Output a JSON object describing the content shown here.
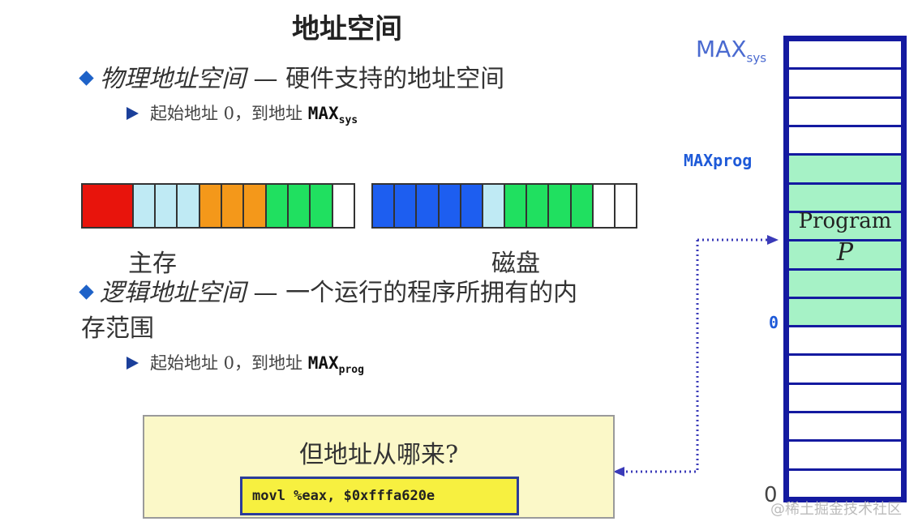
{
  "title": "地址空间",
  "physical": {
    "term": "物理地址空间",
    "dash": " — ",
    "desc": "硬件支持的地址空间",
    "sub_text": "起始地址 0，到地址 ",
    "max_main": "MAX",
    "max_sub": "sys"
  },
  "bars": {
    "main_memory": {
      "label": "主存",
      "cells": [
        "#e8140c",
        "#bfeaf4",
        "#bfeaf4",
        "#bfeaf4",
        "#f4981a",
        "#f4981a",
        "#f4981a",
        "#20e060",
        "#20e060",
        "#20e060",
        "#ffffff"
      ]
    },
    "disk": {
      "label": "磁盘",
      "cells": [
        "#1d5ef0",
        "#1d5ef0",
        "#1d5ef0",
        "#1d5ef0",
        "#1d5ef0",
        "#bfeaf4",
        "#20e060",
        "#20e060",
        "#20e060",
        "#20e060",
        "#ffffff",
        "#ffffff"
      ]
    }
  },
  "logical": {
    "term": "逻辑地址空间",
    "dash": " — ",
    "desc_line1": "一个运行的程序所拥有的内",
    "desc_line2": "存范围",
    "sub_text": "起始地址 0，到地址 ",
    "max_main": "MAX",
    "max_sub": "prog"
  },
  "stack": {
    "label_top": "MAX",
    "label_top_sub": "sys",
    "label_prog": "MAXprog",
    "label_zero_prog": "0",
    "label_zero_bottom": "0",
    "program_label": "Program",
    "program_var": "P",
    "slots": [
      "#ffffff",
      "#ffffff",
      "#ffffff",
      "#ffffff",
      "#a6f2c6",
      "#a6f2c6",
      "#a6f2c6",
      "#a6f2c6",
      "#a6f2c6",
      "#a6f2c6",
      "#ffffff",
      "#ffffff",
      "#ffffff",
      "#ffffff",
      "#ffffff",
      "#ffffff"
    ]
  },
  "question": {
    "text": "但地址从哪来?",
    "code": "movl %eax, $0xfffa620e"
  },
  "watermark": "@稀土掘金技术社区",
  "colors": {
    "accent_blue": "#1e62c8",
    "stack_border": "#141aa0",
    "dotted_arrow": "#3a3ab8"
  }
}
